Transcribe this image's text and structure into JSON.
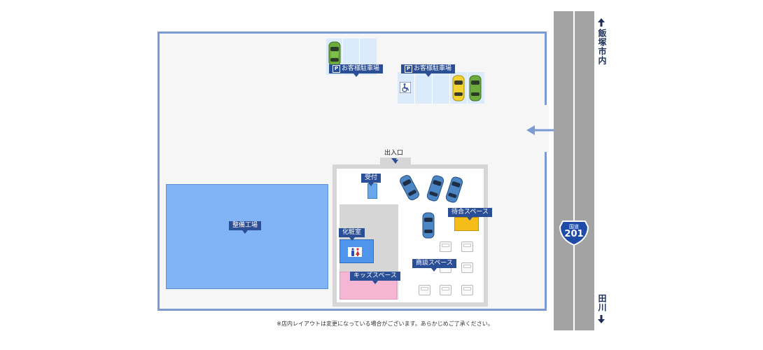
{
  "map": {
    "parking_1_label": "お客様駐車場",
    "parking_2_label": "お客様駐車場",
    "parking_symbol": "P",
    "entrance_label": "出入口",
    "reception_label": "受付",
    "waiting_space_label": "待合スペース",
    "restroom_label": "化粧室",
    "restroom_icon_text": "🚹🚺",
    "kids_space_label": "キッズスペース",
    "meeting_space_label": "商談スペース",
    "workshop_label": "整備工場",
    "route_shield_top": "国道",
    "route_number": "201",
    "direction_north": "飯塚市内",
    "direction_south": "田川",
    "footnote": "※店内レイアウトは変更になっている場合がございます。あらかじめご了承ください。",
    "accessible_icon": "wheelchair-icon",
    "car_colors": {
      "green": "#6cab3c",
      "yellow": "#f2d22e",
      "blue": "#4d86c4"
    },
    "colors": {
      "frame": "#7b9bd2",
      "label_bg": "#2b4f96",
      "road": "#a3a3a3",
      "workshop": "#80b4f7",
      "kids": "#f4b6d2",
      "waiting": "#f4bd1a",
      "parking_space": "#dcebfb"
    }
  }
}
